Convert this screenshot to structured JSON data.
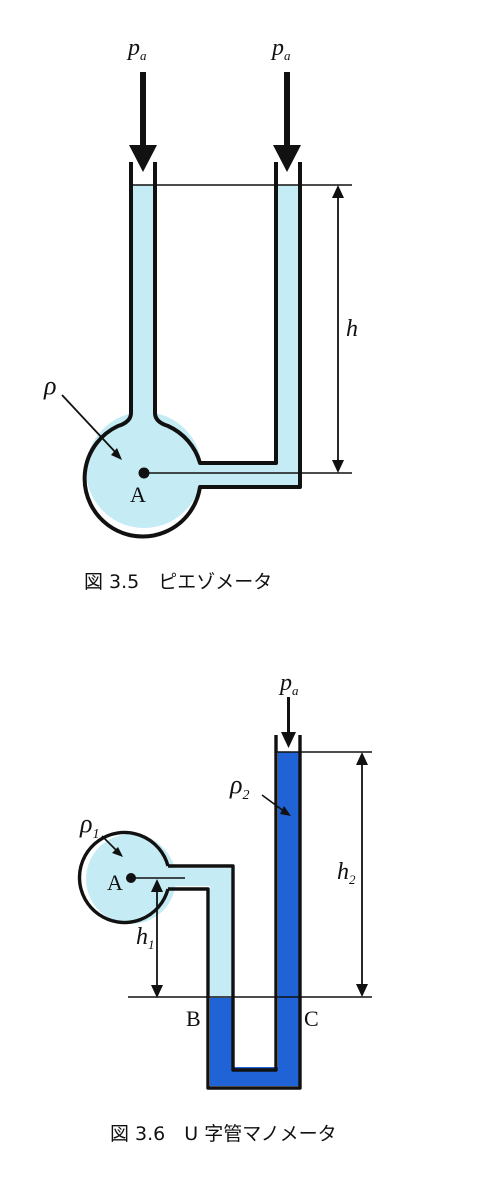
{
  "figure1": {
    "pressure_left": "p",
    "pressure_left_sub": "a",
    "pressure_right": "p",
    "pressure_right_sub": "a",
    "height_label": "h",
    "density_label": "ρ",
    "point_label": "A",
    "caption": "図 3.5　ピエゾメータ"
  },
  "figure2": {
    "pressure": "p",
    "pressure_sub": "a",
    "density1": "ρ",
    "density1_sub": "1",
    "density2": "ρ",
    "density2_sub": "2",
    "point_a": "A",
    "height1": "h",
    "height1_sub": "1",
    "height2": "h",
    "height2_sub": "2",
    "point_b": "B",
    "point_c": "C",
    "caption": "図 3.6　U 字管マノメータ"
  },
  "colors": {
    "light_fluid": "#c5ecf4",
    "dark_fluid": "#2063d6",
    "outline": "#111111"
  }
}
